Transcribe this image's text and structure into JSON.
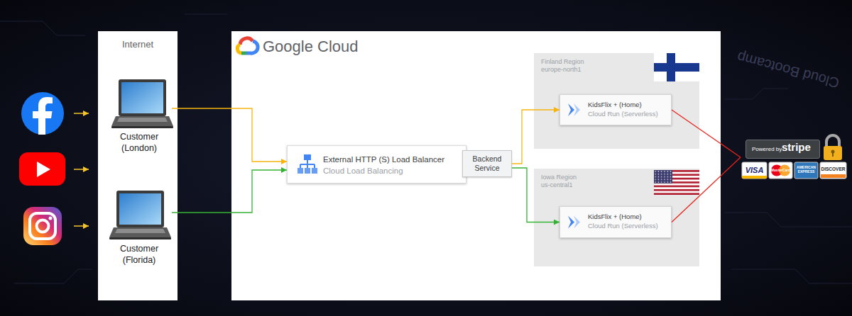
{
  "diagram": {
    "nodes": [
      {
        "text": [
          "Internet"
        ]
      },
      {
        "text": [
          "Customer (London)"
        ],
        "in": 0
      },
      {
        "text": [
          "Customer (Florida)"
        ],
        "in": 0
      },
      {
        "text": [
          "Google Cloud"
        ]
      },
      {
        "text": [
          "External HTTP (S) Load Balancer",
          "Cloud Load Balancing"
        ],
        "in": 3
      },
      {
        "text": [
          "Backend Service"
        ],
        "in": 3
      },
      {
        "text": [
          "Finland Region",
          "europe-north1"
        ],
        "in": 3
      },
      {
        "text": [
          "KidsFlix + (Home)",
          "Cloud Run (Serverless)"
        ],
        "in": 6
      },
      {
        "text": [
          "Iowa Region",
          "us-central1"
        ],
        "in": 3
      },
      {
        "text": [
          "KidsFlix + (Home)",
          "Cloud Run (Serverless)"
        ],
        "in": 8
      },
      {
        "text": [
          "Powered by",
          "stripe"
        ]
      }
    ],
    "edges": [
      {
        "from": 1,
        "to": 4,
        "arrow": "to"
      },
      {
        "from": 2,
        "to": 4,
        "arrow": "to"
      },
      {
        "from": 5,
        "to": 7,
        "arrow": "to"
      },
      {
        "from": 5,
        "to": 9,
        "arrow": "to"
      },
      {
        "from": 7,
        "to": 10,
        "arrow": "none"
      },
      {
        "from": 9,
        "to": 10,
        "arrow": "none"
      }
    ],
    "labels": [
      "VISA",
      "MasterCard",
      "AMERICAN EXPRESS",
      "DISCOVER",
      "Cloud Bootcamp"
    ]
  }
}
